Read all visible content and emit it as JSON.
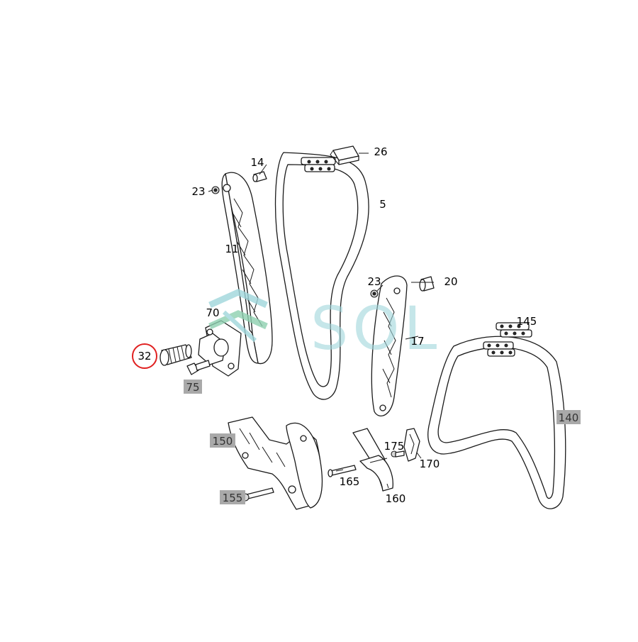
{
  "diagram": {
    "callouts": [
      {
        "id": "32",
        "text": "32",
        "style": "circled"
      },
      {
        "id": "75",
        "text": "75",
        "style": "highlighted"
      },
      {
        "id": "70",
        "text": "70",
        "style": "plain"
      },
      {
        "id": "23a",
        "text": "23",
        "style": "plain"
      },
      {
        "id": "14",
        "text": "14",
        "style": "plain"
      },
      {
        "id": "26",
        "text": "26",
        "style": "plain"
      },
      {
        "id": "5",
        "text": "5",
        "style": "plain"
      },
      {
        "id": "11",
        "text": "11",
        "style": "plain"
      },
      {
        "id": "23b",
        "text": "23",
        "style": "plain"
      },
      {
        "id": "20",
        "text": "20",
        "style": "plain"
      },
      {
        "id": "17",
        "text": "17",
        "style": "plain"
      },
      {
        "id": "145",
        "text": "145",
        "style": "plain"
      },
      {
        "id": "140",
        "text": "140",
        "style": "highlighted"
      },
      {
        "id": "150",
        "text": "150",
        "style": "highlighted"
      },
      {
        "id": "155",
        "text": "155",
        "style": "highlighted"
      },
      {
        "id": "165",
        "text": "165",
        "style": "plain"
      },
      {
        "id": "160",
        "text": "160",
        "style": "plain"
      },
      {
        "id": "175",
        "text": "175",
        "style": "plain"
      },
      {
        "id": "170",
        "text": "170",
        "style": "plain"
      }
    ],
    "highlight_colors": {
      "circle": "#e02020",
      "box": "#a9a9a9"
    }
  },
  "watermark": {
    "text": "SOL",
    "color": "#9fd6db",
    "icon": "sol-logo-icon"
  }
}
